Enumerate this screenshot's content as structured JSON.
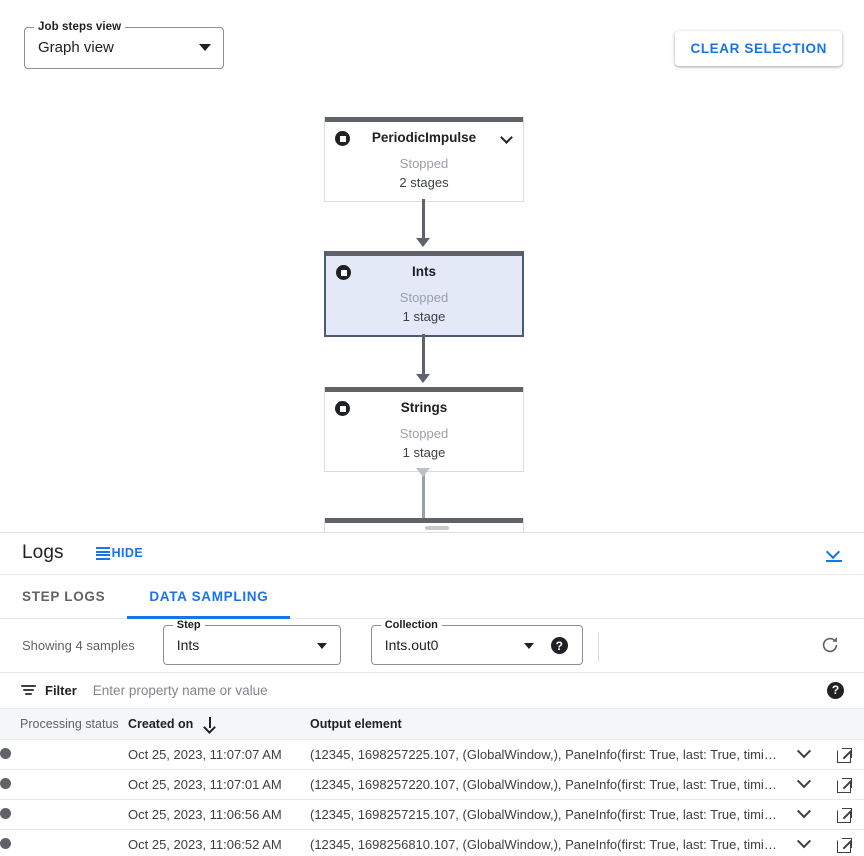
{
  "graph": {
    "view_select": {
      "legend": "Job steps view",
      "value": "Graph view",
      "icon": "chevron-down-icon"
    },
    "clear_selection_label": "CLEAR SELECTION",
    "nodes": [
      {
        "name": "PeriodicImpulse",
        "status": "Stopped",
        "stages": "2 stages",
        "selected": false,
        "has_chevron": true
      },
      {
        "name": "Ints",
        "status": "Stopped",
        "stages": "1 stage",
        "selected": true,
        "has_chevron": false
      },
      {
        "name": "Strings",
        "status": "Stopped",
        "stages": "1 stage",
        "selected": false,
        "has_chevron": false
      }
    ]
  },
  "logs": {
    "title": "Logs",
    "hide_label": "HIDE",
    "collapse_icon": "collapse-panel-icon",
    "tabs": [
      {
        "label": "STEP LOGS",
        "active": false
      },
      {
        "label": "DATA SAMPLING",
        "active": true
      }
    ],
    "controls": {
      "showing_label": "Showing 4 samples",
      "step": {
        "legend": "Step",
        "value": "Ints"
      },
      "collection": {
        "legend": "Collection",
        "value": "Ints.out0"
      },
      "help_label": "?",
      "refresh_icon": "refresh-icon"
    },
    "filter": {
      "icon": "filter-icon",
      "label": "Filter",
      "placeholder": "Enter property name or value",
      "value": "",
      "help_label": "?"
    },
    "table": {
      "columns": [
        "Processing status",
        "Created on",
        "Output element"
      ],
      "sort_column": "Created on",
      "sort_direction": "descending",
      "rows": [
        {
          "status": "processed",
          "created_on": "Oct 25, 2023, 11:07:07 AM",
          "output_element": "(12345, 1698257225.107, (GlobalWindow,), PaneInfo(first: True, last: True, timing…"
        },
        {
          "status": "processed",
          "created_on": "Oct 25, 2023, 11:07:01 AM",
          "output_element": "(12345, 1698257220.107, (GlobalWindow,), PaneInfo(first: True, last: True, timing…"
        },
        {
          "status": "processed",
          "created_on": "Oct 25, 2023, 11:06:56 AM",
          "output_element": "(12345, 1698257215.107, (GlobalWindow,), PaneInfo(first: True, last: True, timing…"
        },
        {
          "status": "processed",
          "created_on": "Oct 25, 2023, 11:06:52 AM",
          "output_element": "(12345, 1698256810.107, (GlobalWindow,), PaneInfo(first: True, last: True, timing…"
        }
      ],
      "row_expand_icon": "chevron-down-icon",
      "row_open_icon": "open-in-new-icon"
    }
  },
  "colors": {
    "accent": "#1a73e8",
    "node_border_selected": "#4a5a78",
    "node_fill_selected": "#e3e9f7",
    "node_topbar": "#5f6368"
  }
}
